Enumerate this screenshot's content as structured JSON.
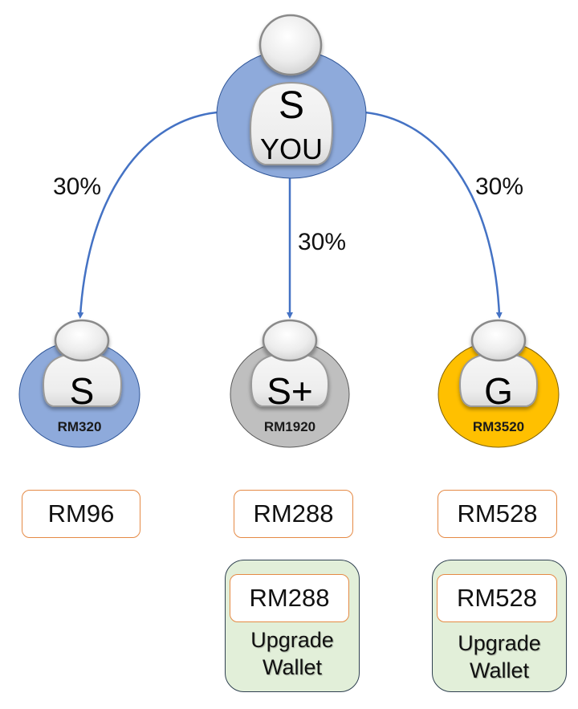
{
  "colors": {
    "arrow": "#4472c4",
    "node_silver": "#8eaadb",
    "node_silver_plus": "#bfbfbf",
    "node_gold": "#ffc000",
    "amount_border": "#e58a45",
    "wallet_fill": "#e2efd9",
    "wallet_border": "#2f4050"
  },
  "root": {
    "letter": "S",
    "label": "YOU",
    "icon": "user-avatar-icon"
  },
  "edges": [
    {
      "label": "30%",
      "target": "left"
    },
    {
      "label": "30%",
      "target": "middle"
    },
    {
      "label": "30%",
      "target": "right"
    }
  ],
  "children": [
    {
      "id": "left",
      "letter": "S",
      "price": "RM320",
      "commission": "RM96",
      "icon": "user-avatar-icon"
    },
    {
      "id": "middle",
      "letter": "S+",
      "price": "RM1920",
      "commission": "RM288",
      "icon": "user-avatar-icon",
      "wallet": {
        "amount": "RM288",
        "label_line1": "Upgrade",
        "label_line2": "Wallet"
      }
    },
    {
      "id": "right",
      "letter": "G",
      "price": "RM3520",
      "commission": "RM528",
      "icon": "user-avatar-icon",
      "wallet": {
        "amount": "RM528",
        "label_line1": "Upgrade",
        "label_line2": "Wallet"
      }
    }
  ]
}
